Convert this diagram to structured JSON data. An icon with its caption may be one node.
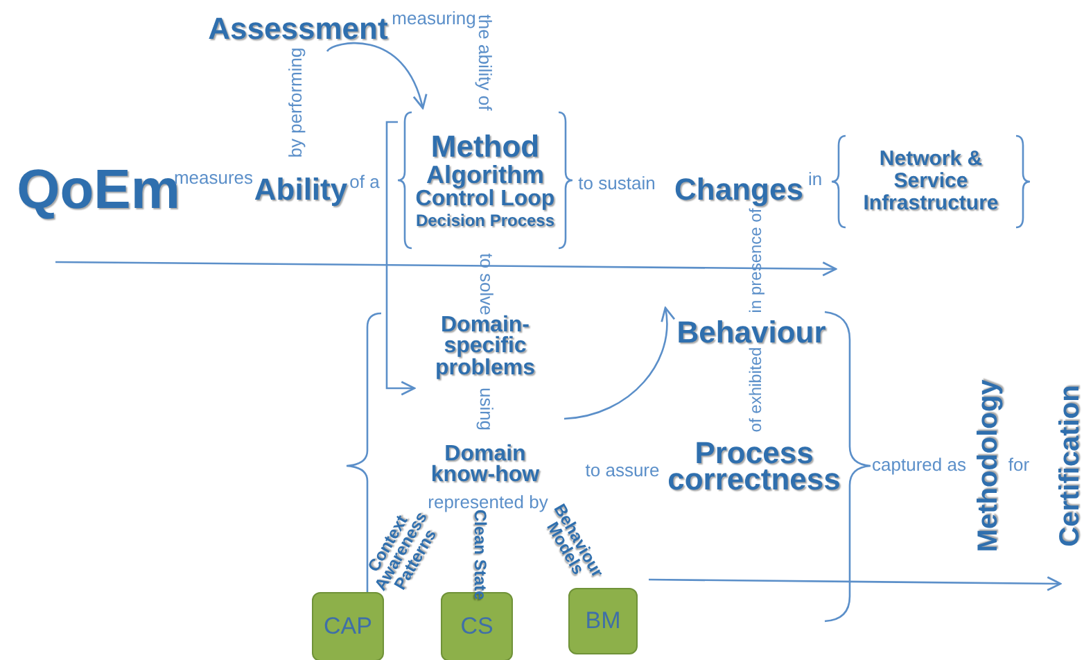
{
  "diagram": {
    "nodes": [
      {
        "text": [
          "Assessment"
        ]
      },
      {
        "text": [
          "QoEm"
        ]
      },
      {
        "text": [
          "Ability"
        ]
      },
      {
        "text": [
          "Method",
          "Algorithm",
          "Control Loop",
          "Decision Process"
        ]
      },
      {
        "text": [
          "Changes"
        ]
      },
      {
        "text": [
          "Network & Service Infrastructure"
        ]
      },
      {
        "text": [
          "Domain-specific problems"
        ]
      },
      {
        "text": [
          "Behaviour"
        ]
      },
      {
        "text": [
          "Domain know-how"
        ]
      },
      {
        "text": [
          "Process correctness"
        ]
      },
      {
        "text": [
          "Methodology"
        ]
      },
      {
        "text": [
          "Certification"
        ]
      },
      {
        "text": [
          "CAP"
        ],
        "beside": [
          "Context Awareness Patterns"
        ]
      },
      {
        "text": [
          "CS"
        ],
        "beside": [
          "Clean State"
        ]
      },
      {
        "text": [
          "BM"
        ],
        "beside": [
          "Behaviour Models"
        ]
      }
    ],
    "edges": [
      {
        "from": 0,
        "to": 3,
        "arrow": "to"
      },
      {
        "from": 3,
        "to": 6,
        "arrow": "to"
      },
      {
        "from": 8,
        "to": 7,
        "arrow": "to"
      }
    ],
    "labels": [
      "by performing",
      "measuring",
      "the ability of",
      "measures",
      "of a",
      "to sustain",
      "in",
      "in presence of",
      "to solve",
      "using",
      "of exhibited",
      "represented by",
      "to assure",
      "captured as",
      "for"
    ]
  }
}
